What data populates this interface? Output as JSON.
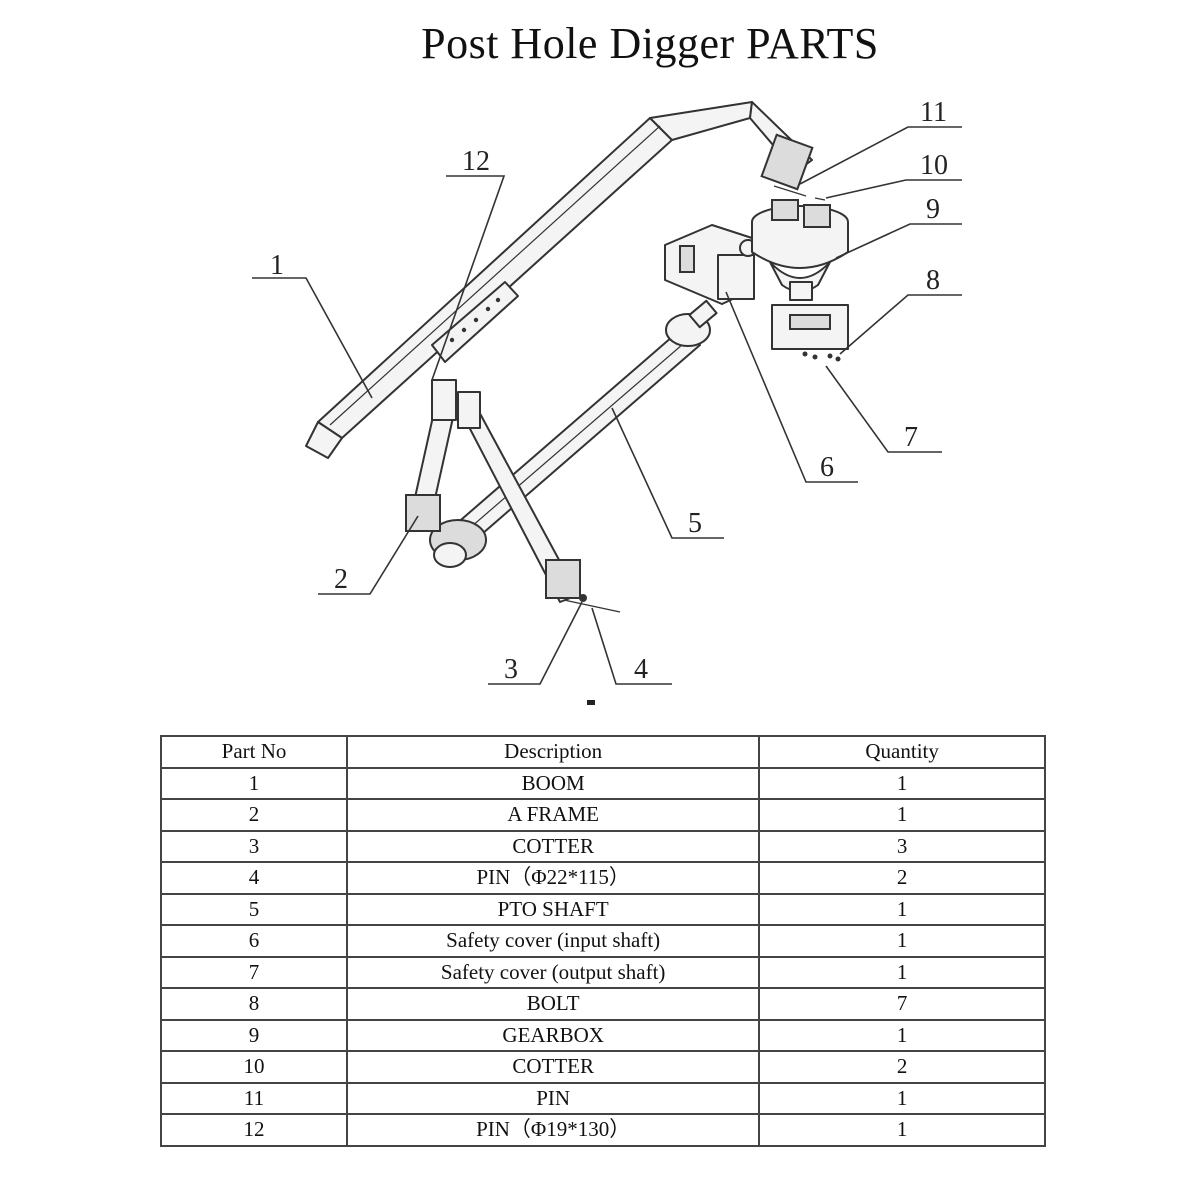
{
  "title": "Post Hole Digger PARTS",
  "diagram": {
    "callouts": [
      "1",
      "2",
      "3",
      "4",
      "5",
      "6",
      "7",
      "8",
      "9",
      "10",
      "11",
      "12"
    ]
  },
  "table": {
    "headers": [
      "Part No",
      "Description",
      "Quantity"
    ],
    "rows": [
      {
        "part_no": "1",
        "description": "BOOM",
        "quantity": "1"
      },
      {
        "part_no": "2",
        "description": "A FRAME",
        "quantity": "1"
      },
      {
        "part_no": "3",
        "description": "COTTER",
        "quantity": "3"
      },
      {
        "part_no": "4",
        "description": "PIN（Φ22*115）",
        "quantity": "2"
      },
      {
        "part_no": "5",
        "description": "PTO SHAFT",
        "quantity": "1"
      },
      {
        "part_no": "6",
        "description": "Safety cover (input shaft)",
        "quantity": "1"
      },
      {
        "part_no": "7",
        "description": "Safety cover (output shaft)",
        "quantity": "1"
      },
      {
        "part_no": "8",
        "description": "BOLT",
        "quantity": "7"
      },
      {
        "part_no": "9",
        "description": "GEARBOX",
        "quantity": "1"
      },
      {
        "part_no": "10",
        "description": "COTTER",
        "quantity": "2"
      },
      {
        "part_no": "11",
        "description": "PIN",
        "quantity": "1"
      },
      {
        "part_no": "12",
        "description": "PIN（Φ19*130）",
        "quantity": "1"
      }
    ]
  }
}
